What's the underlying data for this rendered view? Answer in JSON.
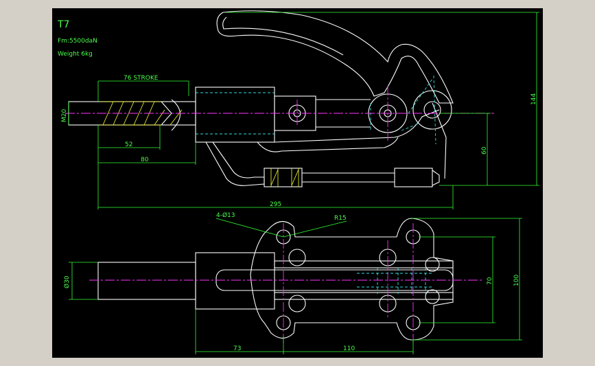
{
  "title": "T7",
  "force": "Fm:5500daN",
  "weight": "Weight 6kg",
  "dimensions": {
    "stroke": "76 STROKE",
    "thread": "M20",
    "d52": "52",
    "d80": "80",
    "d295": "295",
    "d60": "60",
    "d144": "144",
    "holes": "4-Ø13",
    "radius": "R15",
    "d30": "Ø30",
    "d73": "73",
    "d110": "110",
    "d70": "70",
    "d100": "100"
  },
  "colors": {
    "background": "#000000",
    "outline": "#ffffff",
    "dimension": "#33ff33",
    "centerline": "#ff33ff",
    "hidden": "#33dddd",
    "hatch": "#ffff33"
  }
}
